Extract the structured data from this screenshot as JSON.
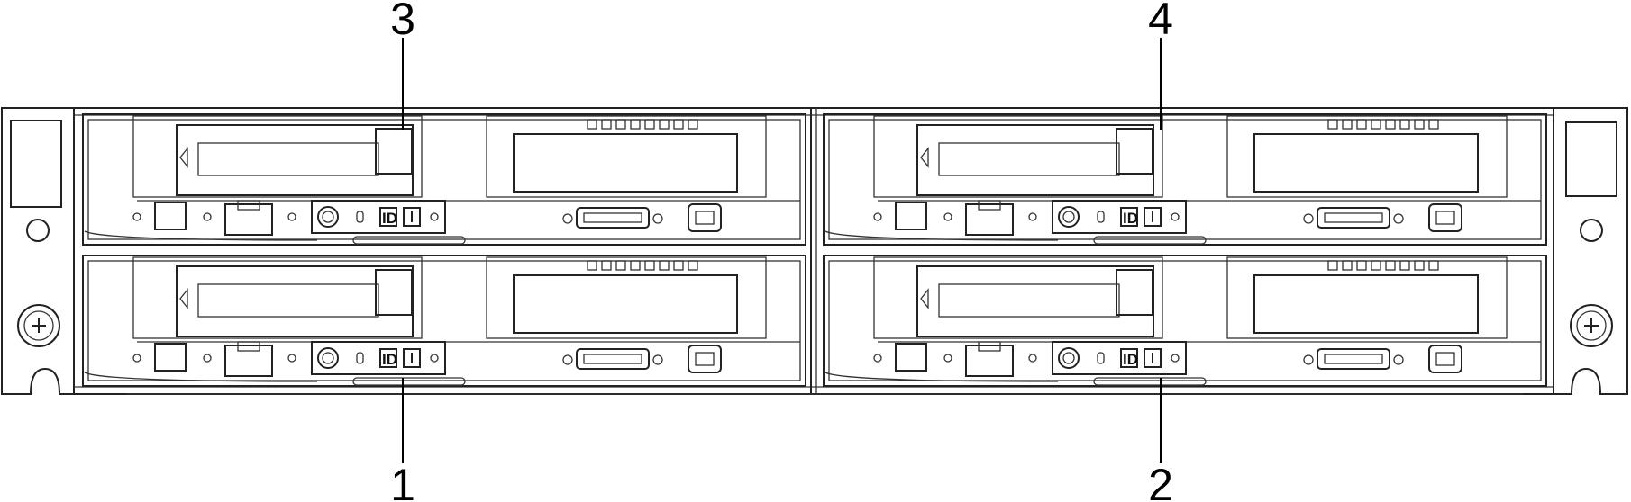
{
  "figure": {
    "callouts": [
      {
        "number": "1",
        "target": "node-bottom-left"
      },
      {
        "number": "2",
        "target": "node-bottom-right"
      },
      {
        "number": "3",
        "target": "node-top-left"
      },
      {
        "number": "4",
        "target": "node-top-right"
      }
    ],
    "node_button_label": "ID",
    "colors": {
      "line": "#222222",
      "node_fill": "#e4e4e4",
      "hatch": "#b8b8b8",
      "background": "#ffffff"
    }
  }
}
